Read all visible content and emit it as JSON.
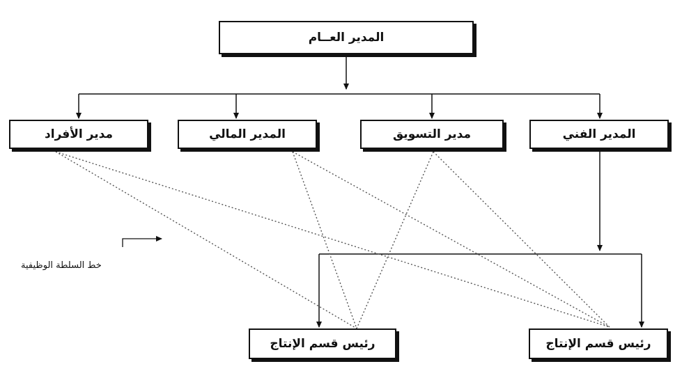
{
  "nodes": {
    "general_manager": "المدير العــام",
    "hr_manager": "مدير الأفراد",
    "finance_manager": "المدير المالي",
    "marketing_manager": "مدير التسويق",
    "technical_manager": "المدير الفني",
    "production_head_left": "رئيس قسم الإنتاج",
    "production_head_right": "رئيس قسم الإنتاج"
  },
  "legend": {
    "functional_authority_line": "خط السلطة الوظيفية"
  },
  "colors": {
    "line": "#111111",
    "dotted_line": "#555555",
    "background": "#ffffff"
  }
}
